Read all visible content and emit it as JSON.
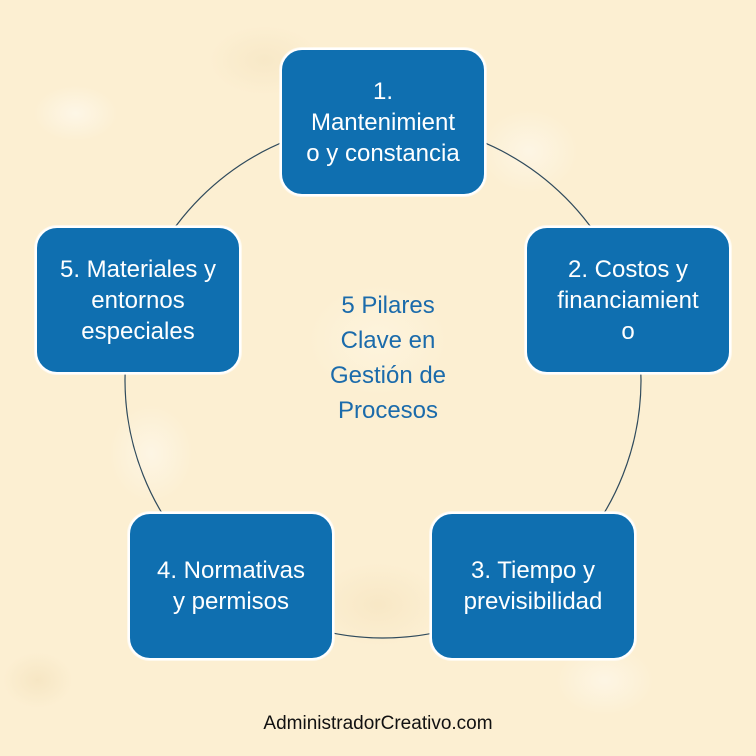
{
  "diagram": {
    "type": "cycle",
    "center_title": "5 Pilares\nClave en\nGestión de\nProcesos",
    "colors": {
      "box_fill": "#0F6FB0",
      "box_border": "#FFFFFF",
      "box_text": "#FFFFFF",
      "center_text": "#1B6BAB",
      "ring_line": "#2F4A5C",
      "background": "#FCEFD2"
    },
    "pillars": [
      {
        "number": 1,
        "label": "1.\nMantenimient\no y constancia"
      },
      {
        "number": 2,
        "label": "2. Costos y\nfinanciamient\no"
      },
      {
        "number": 3,
        "label": "3. Tiempo y\nprevisibilidad"
      },
      {
        "number": 4,
        "label": "4. Normativas\ny permisos"
      },
      {
        "number": 5,
        "label": "5. Materiales y\nentornos\nespeciales"
      }
    ]
  },
  "footer": {
    "credit": "AdministradorCreativo.com"
  }
}
